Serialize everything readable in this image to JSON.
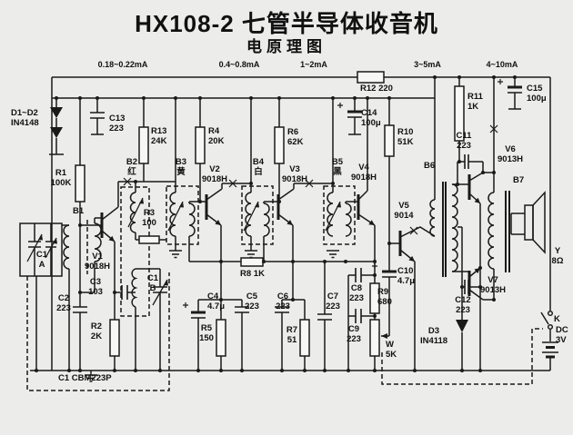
{
  "title": "HX108-2 七管半导体收音机",
  "subtitle": "电原理图",
  "currents": {
    "i1": "0.18~0.22mA",
    "i2": "0.4~0.8mA",
    "i3": "1~2mA",
    "i4": "3~5mA",
    "i5": "4~10mA"
  },
  "parts": {
    "d1d2": "D1~D2\nIN4148",
    "c13": "C13\n223",
    "r1": "R1\n100K",
    "b1": "B1",
    "c1a": "C1\nA",
    "v1": "V1\n9018H",
    "c2": "C2\n223",
    "c3": "C3\n103",
    "r2": "R2\n2K",
    "b2": "B2\n红",
    "r3": "R3\n100",
    "c1b": "C1\nB",
    "gang": "C1 CBM223P",
    "r13": "R13\n24K",
    "b3": "B3\n黄",
    "v2": "V2\n9018H",
    "r4": "R4\n20K",
    "c4": "C4\n4.7μ",
    "r5": "R5\n150",
    "c5": "C5\n223",
    "r8": "R8 1K",
    "b4": "B4\n白",
    "v3": "V3\n9018H",
    "r6": "R6\n62K",
    "c6": "C6\n223",
    "r7": "R7\n51",
    "c7": "C7\n223",
    "b5": "B5\n黑",
    "v4": "V4\n9018H",
    "c8": "C8\n223",
    "c9": "C9\n223",
    "r9": "R9\n680",
    "w": "W\n5K",
    "c10": "C10\n4.7μ",
    "r10": "R10\n51K",
    "v5": "V5\n9014",
    "r12": "R12 220",
    "c14": "C14\n100μ",
    "b6": "B6",
    "r11": "R11\n1K",
    "c11": "C11\n223",
    "v6": "V6\n9013H",
    "c15": "C15\n100μ",
    "c12": "C12\n223",
    "v7": "V7\n9013H",
    "d3": "D3\nIN4118",
    "b7": "B7",
    "y": "Y\n8Ω",
    "k": "K",
    "dc": "DC\n3V"
  }
}
